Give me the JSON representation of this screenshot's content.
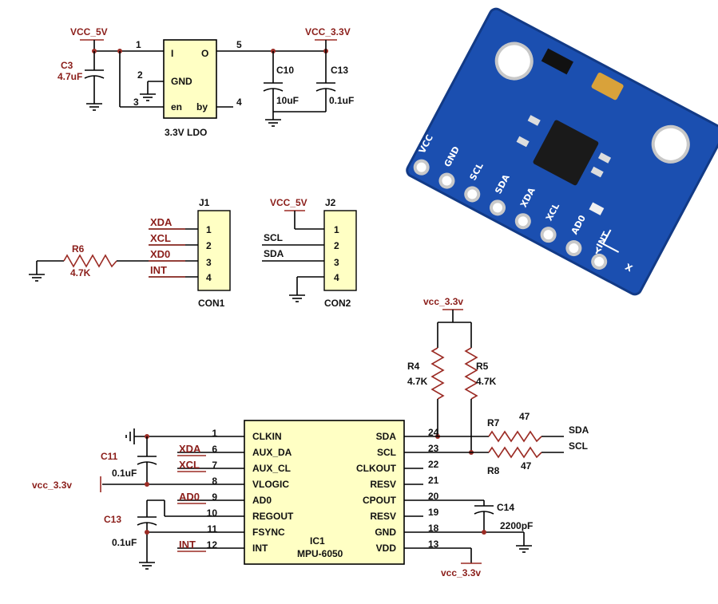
{
  "ldo": {
    "net_vcc5": "VCC_5V",
    "net_vcc33": "VCC_3.3V",
    "c3_ref": "C3",
    "c3_val": "4.7uF",
    "c10_ref": "C10",
    "c10_val": "10uF",
    "c13_ref": "C13",
    "c13_val": "0.1uF",
    "pin_i": "I",
    "pin_o": "O",
    "pin_gnd": "GND",
    "pin_en": "en",
    "pin_by": "by",
    "pin1": "1",
    "pin2": "2",
    "pin3": "3",
    "pin4": "4",
    "pin5": "5",
    "name": "3.3V LDO"
  },
  "j1": {
    "ref": "J1",
    "name": "CON1",
    "pins": [
      "1",
      "2",
      "3",
      "4"
    ],
    "signals": [
      "XDA",
      "XCL",
      "XD0",
      "INT"
    ],
    "r_ref": "R6",
    "r_val": "4.7K"
  },
  "j2": {
    "ref": "J2",
    "name": "CON2",
    "net_vcc": "VCC_5V",
    "pins": [
      "1",
      "2",
      "3",
      "4"
    ],
    "signals": [
      "SCL",
      "SDA"
    ]
  },
  "ic": {
    "ref": "IC1",
    "part": "MPU-6050",
    "left_pins": [
      {
        "num": "1",
        "name": "CLKIN",
        "sig": ""
      },
      {
        "num": "6",
        "name": "AUX_DA",
        "sig": "XDA"
      },
      {
        "num": "7",
        "name": "AUX_CL",
        "sig": "XCL"
      },
      {
        "num": "8",
        "name": "VLOGIC",
        "sig": ""
      },
      {
        "num": "9",
        "name": "AD0",
        "sig": "AD0"
      },
      {
        "num": "10",
        "name": "REGOUT",
        "sig": ""
      },
      {
        "num": "11",
        "name": "FSYNC",
        "sig": ""
      },
      {
        "num": "12",
        "name": "INT",
        "sig": "INT"
      }
    ],
    "right_pins": [
      {
        "num": "24",
        "name": "SDA"
      },
      {
        "num": "23",
        "name": "SCL"
      },
      {
        "num": "22",
        "name": "CLKOUT"
      },
      {
        "num": "21",
        "name": "RESV"
      },
      {
        "num": "20",
        "name": "CPOUT"
      },
      {
        "num": "19",
        "name": "RESV"
      },
      {
        "num": "18",
        "name": "GND"
      },
      {
        "num": "13",
        "name": "VDD"
      }
    ],
    "net_vcc33_top": "vcc_3.3v",
    "net_vcc33_left": "vcc_3.3v",
    "net_vcc33_bottom": "vcc_3.3v",
    "r4_ref": "R4",
    "r4_val": "4.7K",
    "r5_ref": "R5",
    "r5_val": "4.7K",
    "r7_ref": "R7",
    "r7_val": "47",
    "r8_ref": "R8",
    "r8_val": "47",
    "out_sda": "SDA",
    "out_scl": "SCL",
    "c11_ref": "C11",
    "c11_val": "0.1uF",
    "c13_ref": "C13",
    "c13_val": "0.1uF",
    "c14_ref": "C14",
    "c14_val": "2200pF"
  },
  "board": {
    "labels": [
      "VCC",
      "GND",
      "SCL",
      "SDA",
      "XDA",
      "XCL",
      "AD0",
      "INT"
    ],
    "axis_y": "Y",
    "axis_x": "X",
    "colors": {
      "pcb": "#1b4fb0",
      "pcb_edge": "#123a86",
      "pad": "#c9c9c9",
      "chip": "#1a1a1a",
      "crystal": "#d9a23a"
    }
  }
}
